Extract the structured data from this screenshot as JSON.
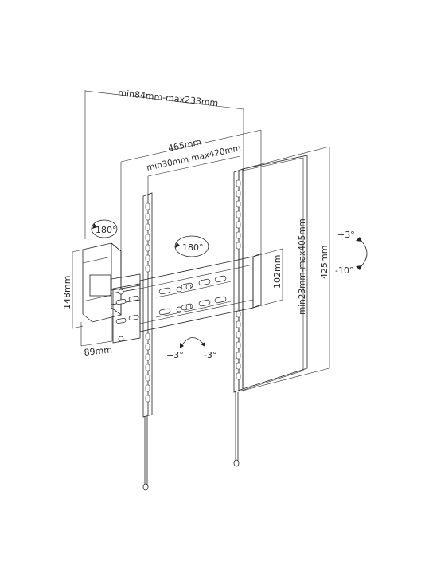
{
  "dimensions": {
    "arm_extension": "min84mm-max233mm",
    "overall_width": "465mm",
    "rail_spacing": "min30mm-max420mm",
    "plate_height": "102mm",
    "vertical_hole_range": "min23mm-max405mm",
    "overall_height": "425mm",
    "wall_plate_height": "148mm",
    "wall_plate_depth": "89mm"
  },
  "rotation": {
    "swivel_arm": "180°",
    "swivel_plate": "180°"
  },
  "tilt": {
    "vertical_up": "+3°",
    "vertical_down": "-10°",
    "horizontal_left": "+3°",
    "horizontal_right": "-3°"
  },
  "colors": {
    "line": "#222222",
    "background": "#ffffff"
  }
}
